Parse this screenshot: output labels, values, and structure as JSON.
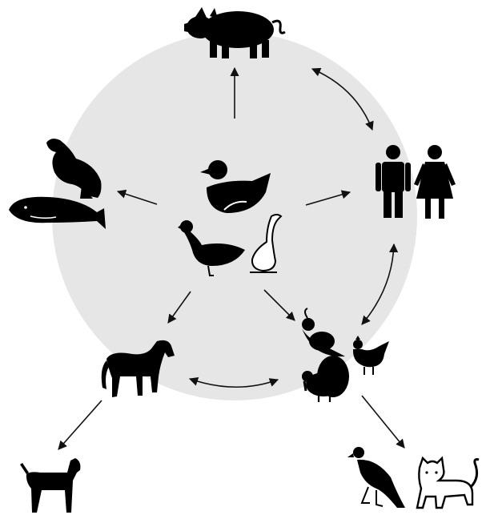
{
  "diagram": {
    "colors": {
      "circle": "#e6e6e6",
      "silhouette": "#000000",
      "arrow": "#111111",
      "background": "#ffffff"
    },
    "nodes": [
      {
        "id": "wild-waterfowl",
        "icons": [
          "mallard-duck-icon",
          "greylag-goose-icon",
          "swan-goose-icon"
        ]
      },
      {
        "id": "pig",
        "icons": [
          "pig-icon"
        ]
      },
      {
        "id": "humans",
        "icons": [
          "man-icon",
          "woman-icon"
        ]
      },
      {
        "id": "marine-mammals",
        "icons": [
          "seal-icon",
          "whale-icon"
        ]
      },
      {
        "id": "horse",
        "icons": [
          "horse-icon"
        ]
      },
      {
        "id": "poultry",
        "icons": [
          "quail-icon",
          "chicken-icon",
          "turkey-icon"
        ]
      },
      {
        "id": "dog",
        "icons": [
          "dog-icon"
        ]
      },
      {
        "id": "carnivores",
        "icons": [
          "vulture-icon",
          "cat-icon"
        ]
      }
    ],
    "edges": [
      {
        "from": "wild-waterfowl",
        "to": "pig",
        "direction": "one-way"
      },
      {
        "from": "wild-waterfowl",
        "to": "humans",
        "direction": "one-way"
      },
      {
        "from": "wild-waterfowl",
        "to": "marine-mammals",
        "direction": "one-way"
      },
      {
        "from": "wild-waterfowl",
        "to": "horse",
        "direction": "one-way"
      },
      {
        "from": "wild-waterfowl",
        "to": "poultry",
        "direction": "one-way"
      },
      {
        "from": "pig",
        "to": "humans",
        "direction": "two-way"
      },
      {
        "from": "humans",
        "to": "poultry",
        "direction": "two-way"
      },
      {
        "from": "horse",
        "to": "poultry",
        "direction": "two-way"
      },
      {
        "from": "horse",
        "to": "dog",
        "direction": "one-way"
      },
      {
        "from": "poultry",
        "to": "carnivores",
        "direction": "one-way"
      }
    ]
  }
}
